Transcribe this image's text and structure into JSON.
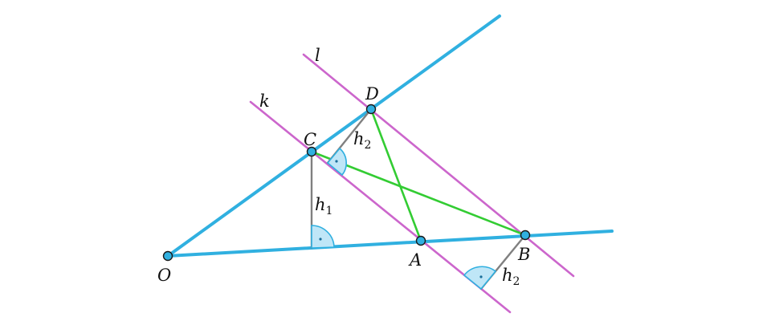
{
  "labels": {
    "O": "O",
    "A": "A",
    "B": "B",
    "C": "C",
    "D": "D",
    "k": "k",
    "l": "l",
    "h1_base": "h",
    "h1_sub": "1",
    "h2_base": "h",
    "h2_sub": "2",
    "h2b_base": "h",
    "h2b_sub": "2"
  },
  "colors": {
    "rays": "#30b0e0",
    "parallels": "#cc66cc",
    "diagonals": "#33cc33",
    "heights": "#808080"
  }
}
